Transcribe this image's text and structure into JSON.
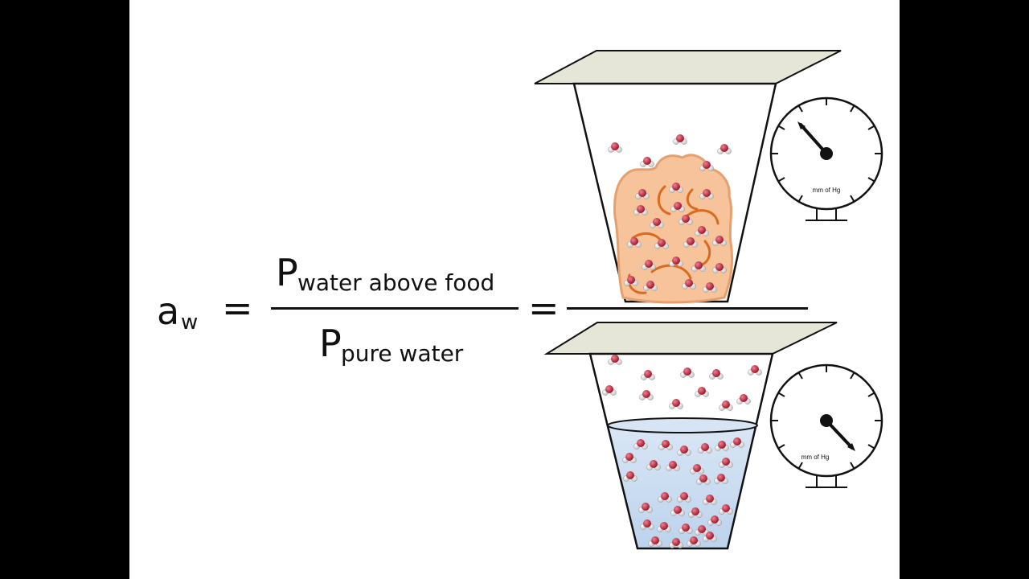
{
  "equation": {
    "lhs_symbol": "a",
    "lhs_subscript": "w",
    "equals": "=",
    "numerator_symbol": "P",
    "numerator_subscript": "water above food",
    "denominator_symbol": "P",
    "denominator_subscript": "pure water",
    "equals_right": "="
  },
  "gauges": {
    "top_unit": "mm of Hg",
    "bottom_unit": "mm of Hg"
  },
  "colors": {
    "lid": "#e6e6d8",
    "food": "#f6c39a",
    "food_outline": "#e6a070",
    "swirl": "#d96b1f",
    "water": "#c9dcf0",
    "molecule_o": "#c0283c",
    "molecule_h": "#e8e8e8"
  }
}
